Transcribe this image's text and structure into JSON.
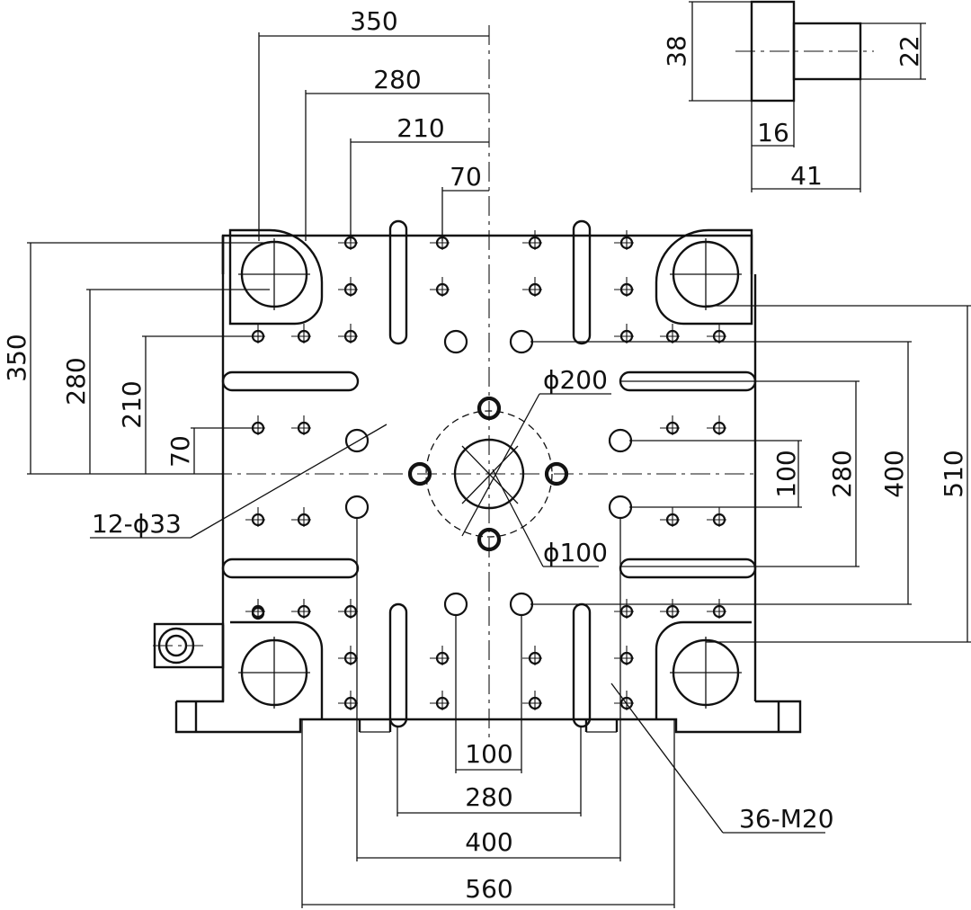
{
  "dimensions": {
    "top_widths": [
      "350",
      "280",
      "210",
      "70"
    ],
    "left_heights": [
      "350",
      "280",
      "210",
      "70"
    ],
    "right_heights": [
      "100",
      "280",
      "400",
      "510"
    ],
    "bottom_widths": [
      "100",
      "280",
      "400",
      "560"
    ]
  },
  "callouts": {
    "phi200": "ϕ200",
    "phi100": "ϕ100",
    "through_holes": "12-ϕ33",
    "threaded_holes": "36-M20"
  },
  "detail": {
    "dia_38": "38",
    "dia_22": "22",
    "len_16": "16",
    "len_41": "41"
  }
}
